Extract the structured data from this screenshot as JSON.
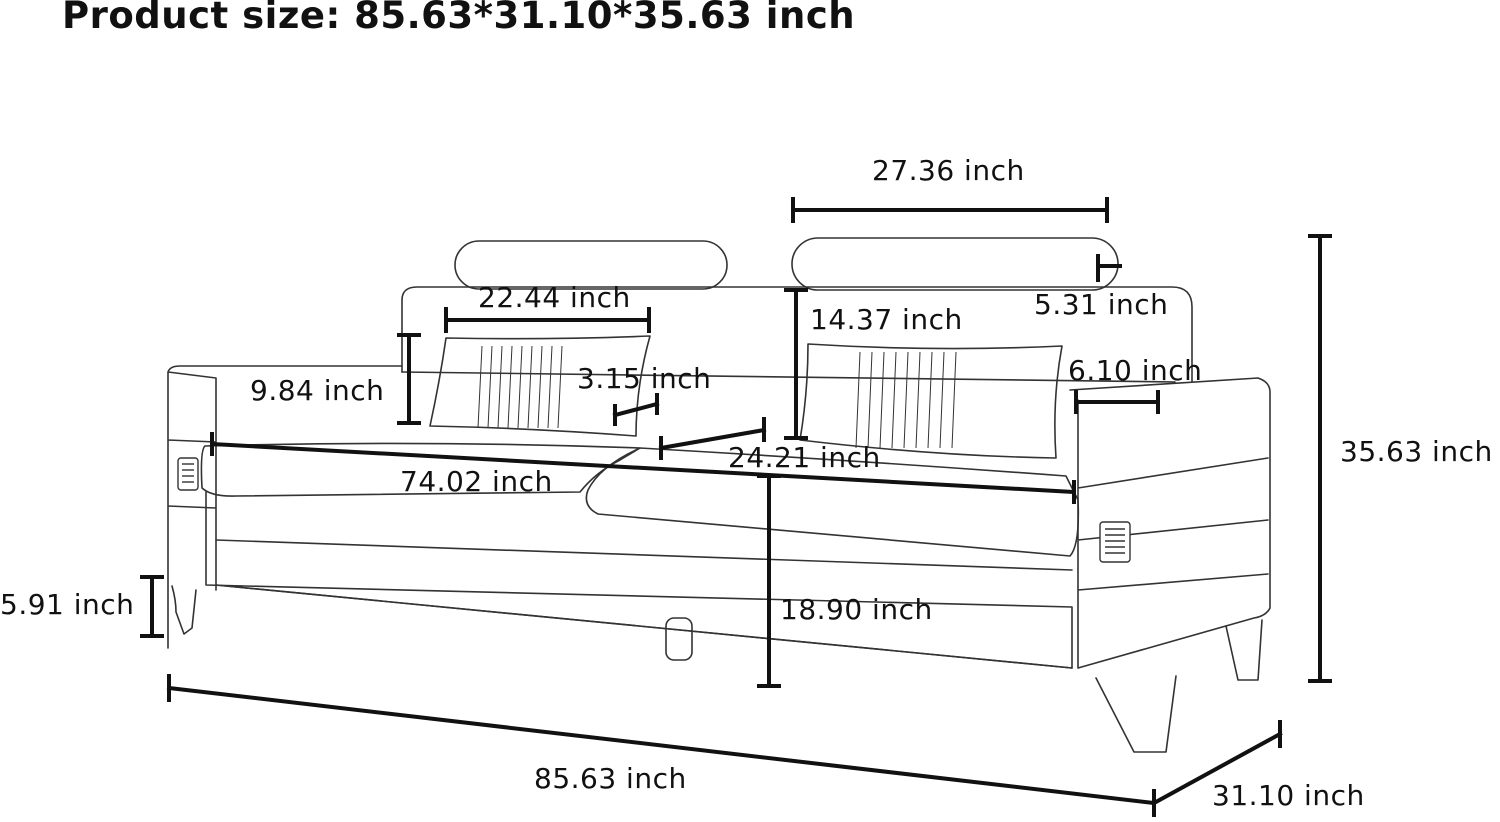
{
  "title": "Product size: 85.63*31.10*35.63 inch",
  "dimensions": {
    "headrest_width": "27.36 inch",
    "headrest_depth": "5.31 inch",
    "pillow_width": "22.44 inch",
    "back_height": "14.37 inch",
    "pillow_height": "9.84 inch",
    "pillow_depth": "3.15 inch",
    "arm_width": "6.10 inch",
    "seat_depth": "24.21 inch",
    "total_height": "35.63 inch",
    "seat_width": "74.02 inch",
    "seat_height": "18.90 inch",
    "leg_height": "5.91 inch",
    "total_length": "85.63 inch",
    "total_depth": "31.10 inch"
  },
  "colors": {
    "ink": "#111111",
    "outline": "#333333",
    "background": "#ffffff"
  }
}
